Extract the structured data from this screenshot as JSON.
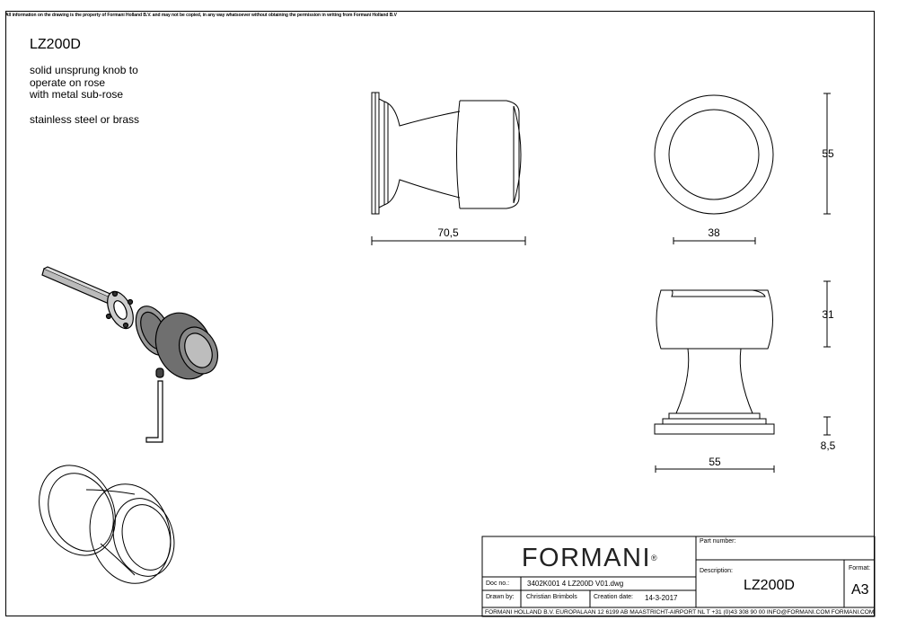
{
  "disclaimer": "All information on the drawing is the property of Formani Holland B.V. and may not be copied, in any way whatsoever without obtaining the permission in writing from Formani Holland B.V",
  "product": {
    "code": "LZ200D",
    "description_lines": [
      "solid unsprung knob to",
      "operate on rose",
      "with metal sub-rose"
    ],
    "material": "stainless steel or brass"
  },
  "dimensions": {
    "side_length": "70,5",
    "front_height": "55",
    "front_inner_diameter": "38",
    "knob_height": "31",
    "rose_height": "8,5",
    "rose_diameter": "55"
  },
  "title_block": {
    "logo": "FORMANI",
    "logo_mark": "®",
    "part_number_label": "Part number:",
    "description_label": "Description:",
    "description_value": "LZ200D",
    "format_label": "Format:",
    "format_value": "A3",
    "doc_no_label": "Doc no.:",
    "doc_no_value": "3402K001 4 LZ200D V01.dwg",
    "drawn_by_label": "Drawn by:",
    "drawn_by_value": "Christian Brimbols",
    "creation_date_label": "Creation date:",
    "creation_date_value": "14-3-2017",
    "footer": "FORMANI HOLLAND B.V.  EUROPALAAN 12  6199 AB MAASTRICHT-AIRPORT NL  T +31 (0)43 308 90 00 INFO@FORMANI.COM FORMANI.COM"
  }
}
